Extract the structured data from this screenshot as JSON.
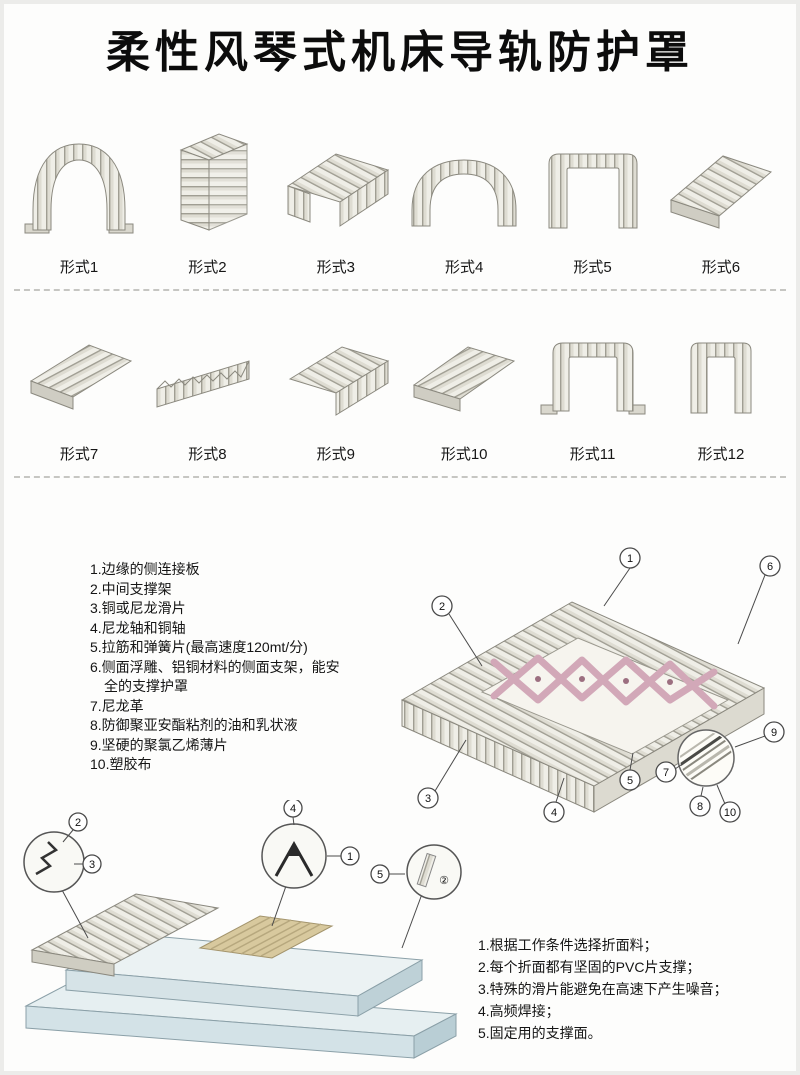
{
  "title": "柔性风琴式机床导轨防护罩",
  "forms": {
    "row1": [
      "形式1",
      "形式2",
      "形式3",
      "形式4",
      "形式5",
      "形式6"
    ],
    "row2": [
      "形式7",
      "形式8",
      "形式9",
      "形式10",
      "形式11",
      "形式12"
    ]
  },
  "parts": {
    "items": [
      "1.边缘的侧连接板",
      "2.中间支撑架",
      "3.铜或尼龙滑片",
      "4.尼龙轴和铜轴",
      "5.拉筋和弹簧片(最高速度120mt/分)",
      "6.侧面浮雕、铝铜材料的侧面支架，能安全的支撑护罩",
      "7.尼龙革",
      "8.防御聚亚安酯粘剂的油和乳状液",
      "9.坚硬的聚氯乙烯薄片",
      "10.塑胶布"
    ]
  },
  "exploded": {
    "callouts": [
      "1",
      "2",
      "3",
      "4",
      "5",
      "6",
      "7",
      "8",
      "9",
      "10"
    ]
  },
  "machine": {
    "callouts": [
      "2",
      "3",
      "4",
      "1",
      "5",
      "②"
    ]
  },
  "notes": {
    "items": [
      "1.根据工作条件选择折面料；",
      "2.每个折面都有坚固的PVC片支撑；",
      "3.特殊的滑片能避免在高速下产生噪音；",
      "4.高频焊接；",
      "5.固定用的支撑面。"
    ]
  },
  "colors": {
    "pleat_light": "#efeee7",
    "pleat_shadow": "#dedcd2",
    "pleat_line": "#a09e93",
    "machine_blue_top": "#ebf2f3",
    "machine_blue_front": "#d6e3e7",
    "tan_pleat": "#d8c99e",
    "scissor_pink": "#d2a8b8",
    "ink": "#1a1a1a"
  }
}
